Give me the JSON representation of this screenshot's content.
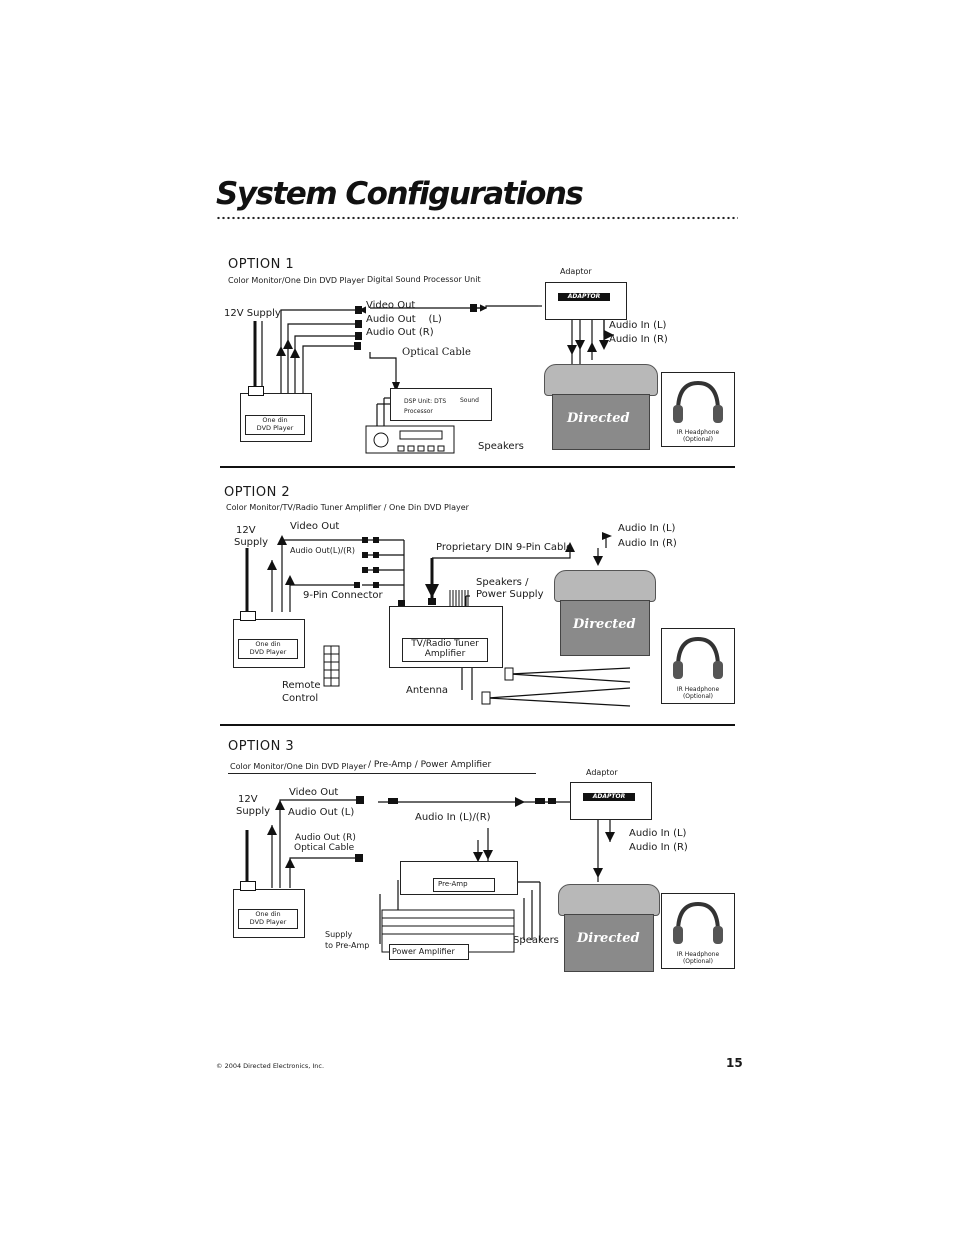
{
  "page": {
    "title": "System Configurations",
    "page_number": "15",
    "copyright": "© 2004 Directed Electronics, Inc."
  },
  "option1": {
    "heading": "OPTION 1",
    "subtitle": "Color Monitor/One Din DVD Player",
    "subtitle2": "Digital Sound Processor Unit",
    "adaptor": "Adaptor",
    "adaptor_badge": "ADAPTOR",
    "supply": "12V Supply",
    "video_out": "Video Out",
    "audio_out_l": "Audio Out    (L)",
    "audio_out_r": "Audio Out (R)",
    "optical": "Optical Cable",
    "audio_in_l": "Audio In (L)",
    "audio_in_r": "Audio In (R)",
    "dvd_line1": "One din",
    "dvd_line2": "DVD Player",
    "dsp_line1": "DSP Unit:  DTS",
    "dsp_sound": "Sound",
    "dsp_line2": "Processor",
    "speakers": "Speakers",
    "headphone_line1": "IR Headphone",
    "headphone_line2": "(Optional)"
  },
  "option2": {
    "heading": "OPTION 2",
    "subtitle": "Color Monitor/TV/Radio Tuner Amplifier / One Din DVD Player",
    "supply_line1": "12V",
    "supply_line2": "Supply",
    "video_out": "Video Out",
    "audio_out": "Audio Out(L)/(R)",
    "pin9": "9-Pin Connector",
    "din_cable": "Proprietary DIN 9-Pin Cable",
    "audio_in_l": "Audio In (L)",
    "audio_in_r": "Audio In (R)",
    "speakers_line1": "Speakers /",
    "speakers_line2": "Power Supply",
    "tuner_line1": "TV/Radio Tuner",
    "tuner_line2": "Amplifier",
    "dvd_line1": "One din",
    "dvd_line2": "DVD Player",
    "remote_line1": "Remote",
    "remote_line2": "Control",
    "antenna": "Antenna",
    "headphone_line1": "IR Headphone",
    "headphone_line2": "(Optional)"
  },
  "option3": {
    "heading": "OPTION 3",
    "subtitle": "Color Monitor/One Din DVD Player",
    "subtitle2": "/ Pre-Amp / Power Amplifier",
    "adaptor": "Adaptor",
    "adaptor_badge": "ADAPTOR",
    "supply_line1": "12V",
    "supply_line2": "Supply",
    "video_out": "Video Out",
    "audio_out_l": "Audio Out (L)",
    "audio_out_r": "Audio Out (R)",
    "optical": "Optical Cable",
    "audio_in_lr": "Audio In (L)/(R)",
    "audio_in_l": "Audio In (L)",
    "audio_in_r": "Audio In (R)",
    "preamp": "Pre-Amp",
    "power_amp": "Power Amplifier",
    "supply_preamp_line1": "Supply",
    "supply_preamp_line2": "to Pre-Amp",
    "speakers": "Speakers",
    "dvd_line1": "One din",
    "dvd_line2": "DVD Player",
    "headphone_line1": "IR Headphone",
    "headphone_line2": "(Optional)"
  },
  "monitor_brand": "Directed"
}
